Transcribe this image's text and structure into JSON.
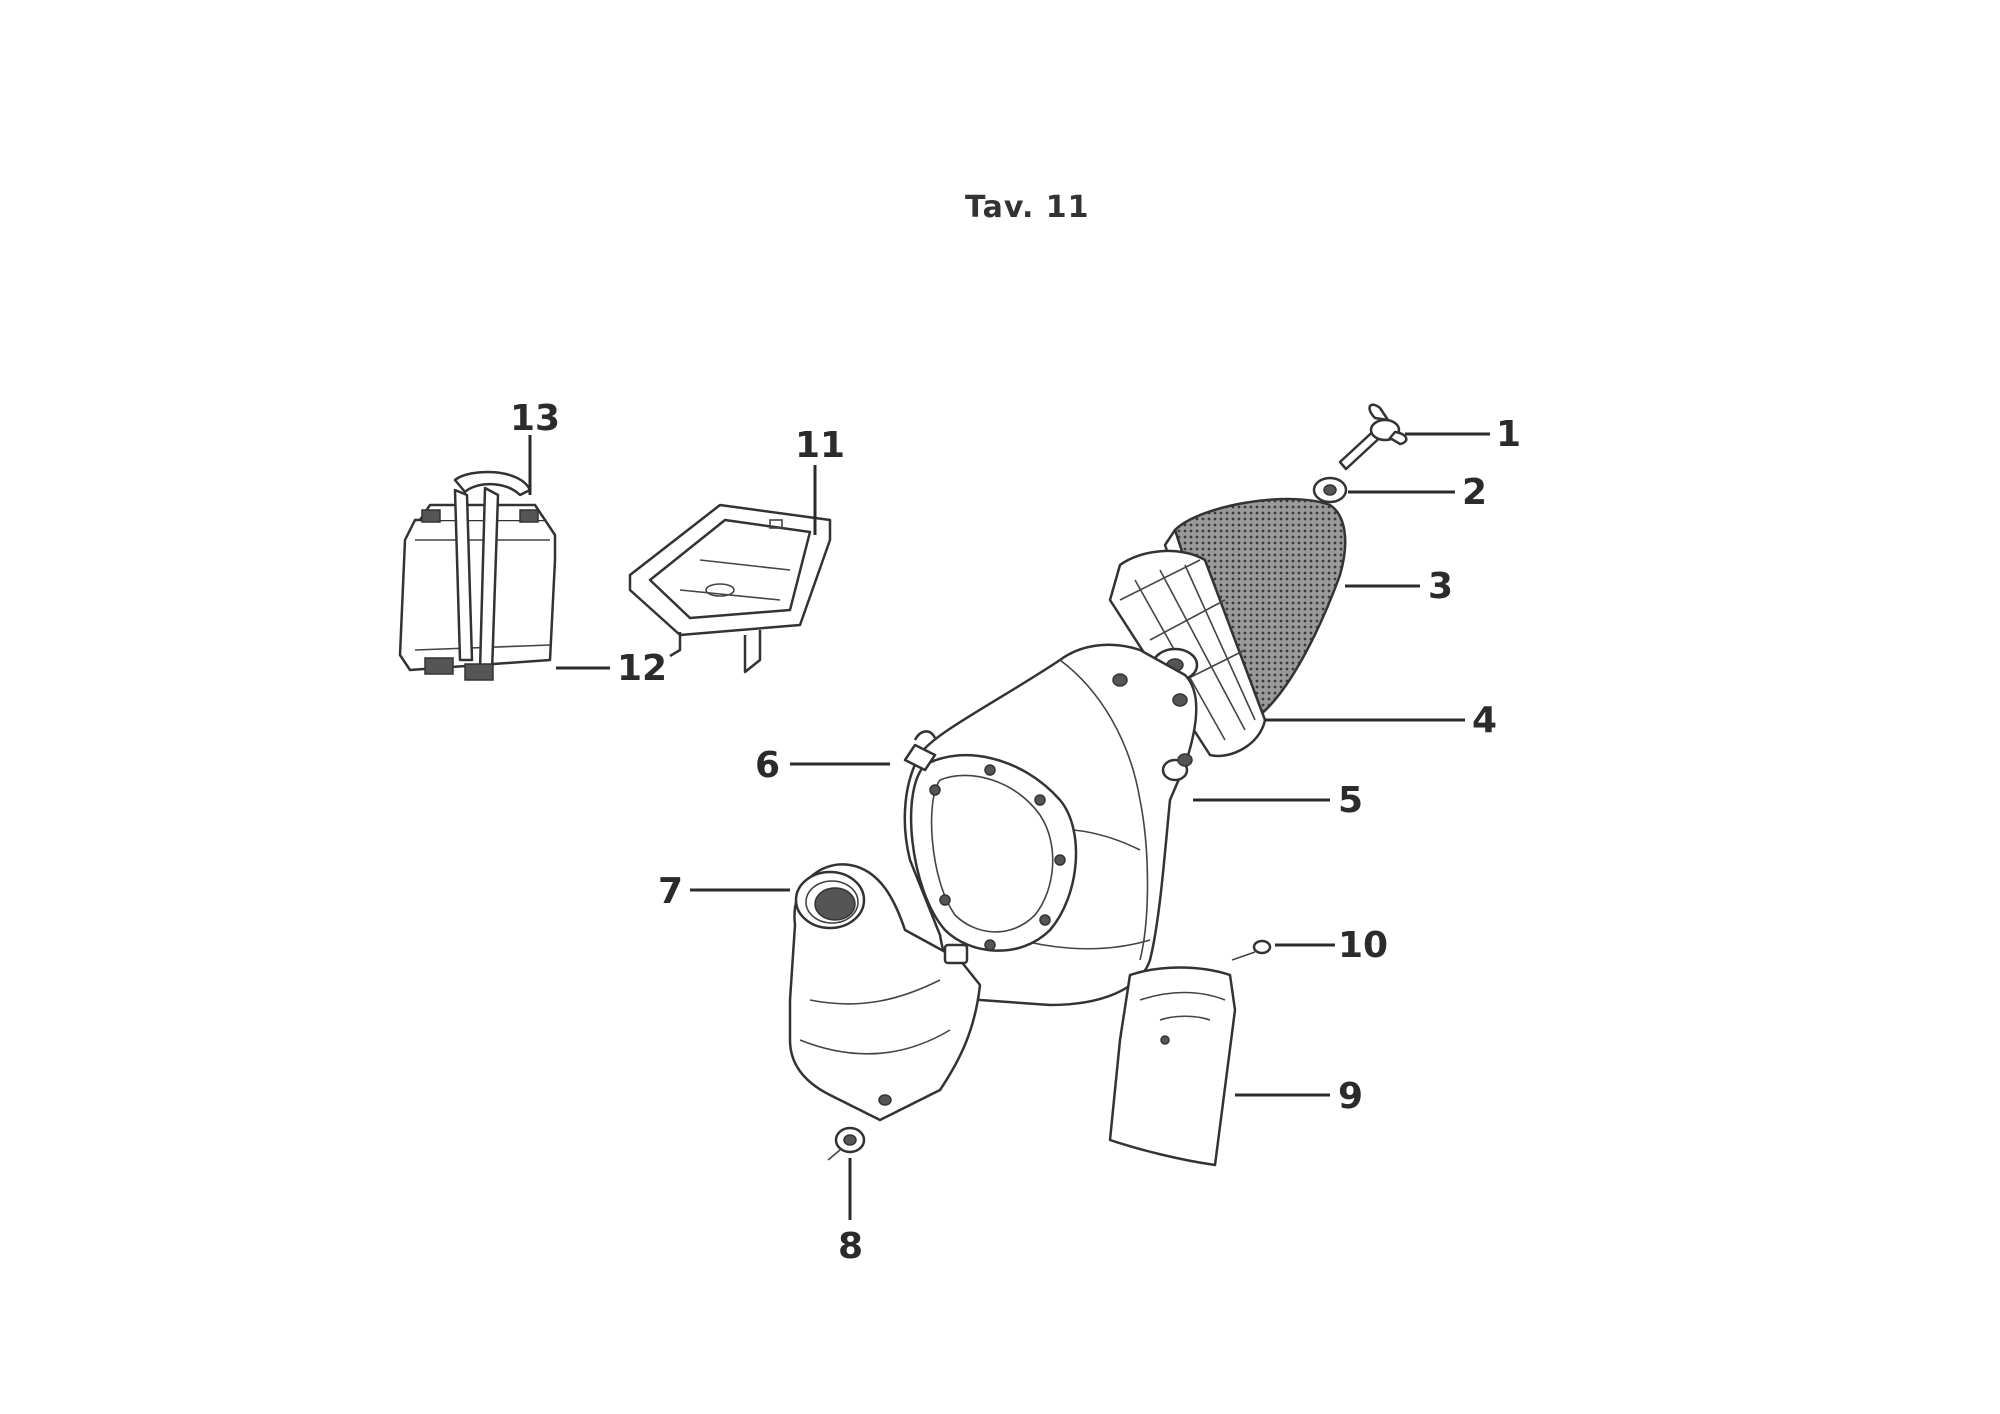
{
  "title": "Tav. 11",
  "callouts": [
    {
      "id": "c1",
      "label": "1"
    },
    {
      "id": "c2",
      "label": "2"
    },
    {
      "id": "c3",
      "label": "3"
    },
    {
      "id": "c4",
      "label": "4"
    },
    {
      "id": "c5",
      "label": "5"
    },
    {
      "id": "c6",
      "label": "6"
    },
    {
      "id": "c7",
      "label": "7"
    },
    {
      "id": "c8",
      "label": "8"
    },
    {
      "id": "c9",
      "label": "9"
    },
    {
      "id": "c10",
      "label": "10"
    },
    {
      "id": "c11",
      "label": "11"
    },
    {
      "id": "c12",
      "label": "12"
    },
    {
      "id": "c13",
      "label": "13"
    }
  ]
}
